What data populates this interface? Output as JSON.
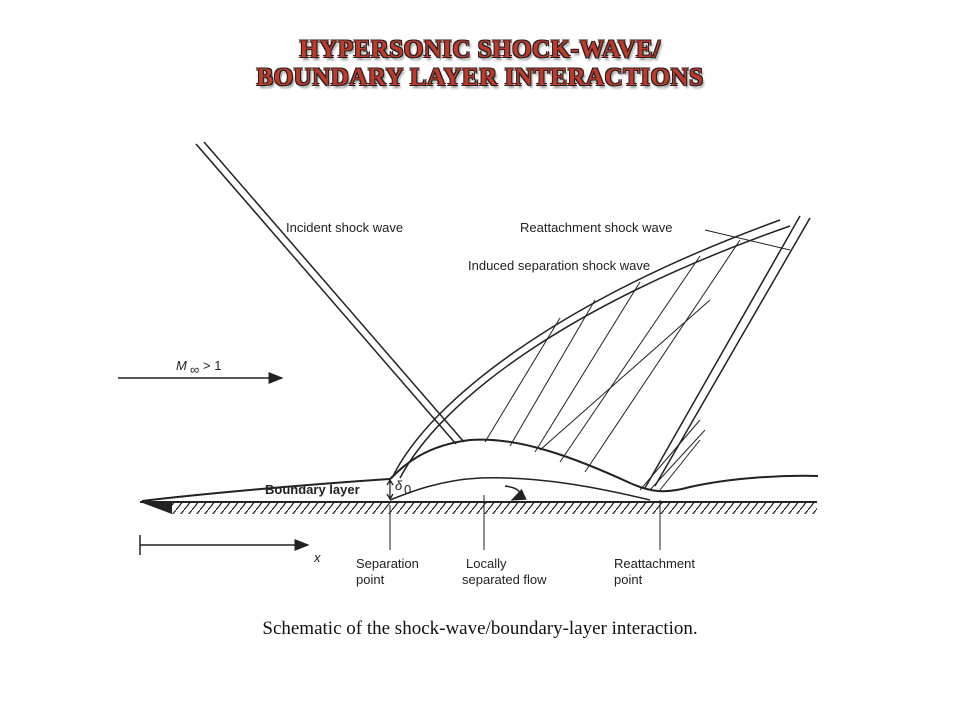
{
  "title": {
    "line1": "HYPERSONIC SHOCK-WAVE/",
    "line2": "BOUNDARY LAYER INTERACTIONS"
  },
  "labels": {
    "incident_shock": "Incident shock wave",
    "reattachment_shock": "Reattachment shock wave",
    "induced_separation_shock": "Induced separation shock wave",
    "mach": "M",
    "mach_sub": "∞",
    "mach_cond": "> 1",
    "boundary_layer": "Boundary layer",
    "delta": "δ",
    "delta_sub": "0",
    "x_axis": "x",
    "separation_point_1": "Separation",
    "separation_point_2": "point",
    "locally_separated_1": "Locally",
    "locally_separated_2": "separated flow",
    "reattachment_point_1": "Reattachment",
    "reattachment_point_2": "point"
  },
  "caption": "Schematic of the shock-wave/boundary-layer interaction.",
  "colors": {
    "title_fill": "#c0392b",
    "ink": "#222222"
  }
}
